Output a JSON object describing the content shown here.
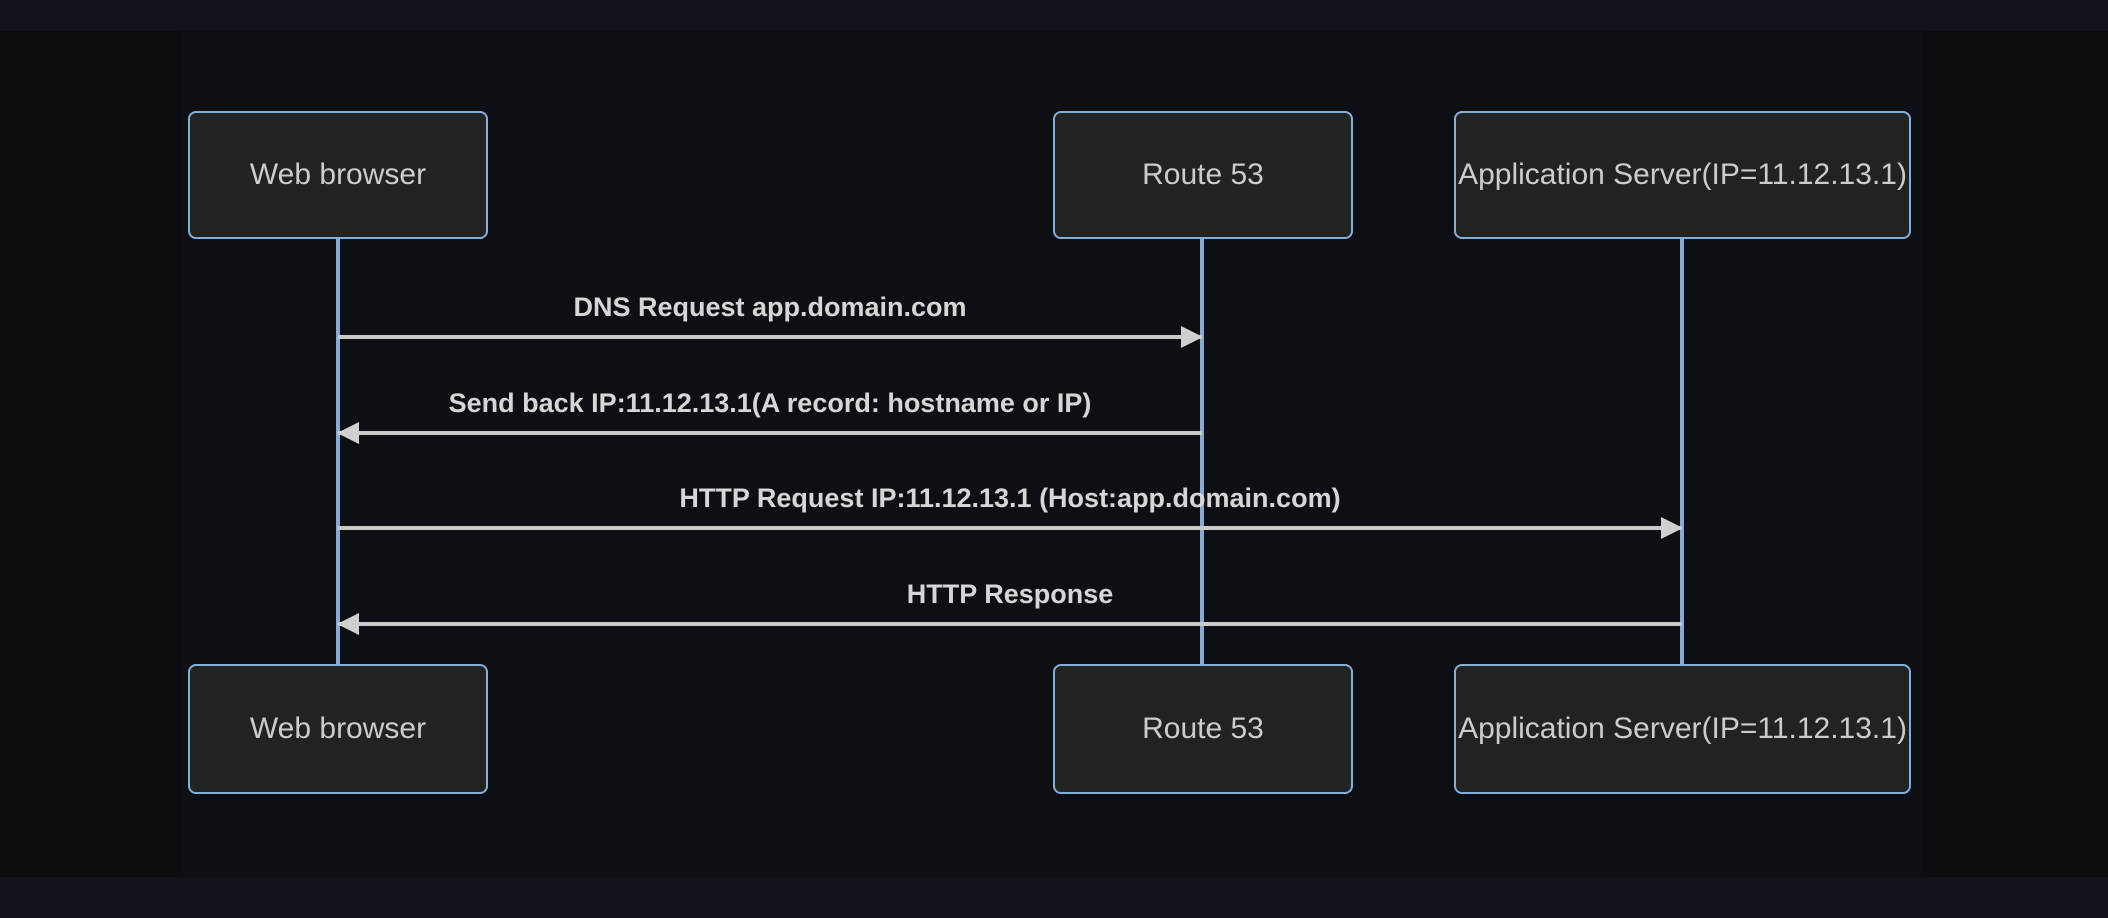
{
  "diagram": {
    "type": "sequence-diagram",
    "actors": [
      {
        "id": "web-browser",
        "label": "Web browser"
      },
      {
        "id": "route-53",
        "label": "Route 53"
      },
      {
        "id": "app-server",
        "label": "Application Server(IP=11.12.13.1)"
      }
    ],
    "messages": [
      {
        "from": "web-browser",
        "to": "route-53",
        "direction": "right",
        "label": "DNS Request app.domain.com"
      },
      {
        "from": "route-53",
        "to": "web-browser",
        "direction": "left",
        "label": "Send back IP:11.12.13.1(A record: hostname or IP)"
      },
      {
        "from": "web-browser",
        "to": "app-server",
        "direction": "right",
        "label": "HTTP Request IP:11.12.13.1 (Host:app.domain.com)"
      },
      {
        "from": "app-server",
        "to": "web-browser",
        "direction": "left",
        "label": "HTTP Response"
      }
    ],
    "colors": {
      "page_bg": "#0d0f14",
      "page_margin_bg": "#10131a",
      "canvas_margin_bg": "#0b0d11",
      "actor_fill": "#212222",
      "actor_border": "#87aed9",
      "actor_text": "#cbcccd",
      "lifeline": "#8aaacf",
      "signal_line": "#c9c9c9",
      "signal_text": "#d6d6d6"
    }
  }
}
